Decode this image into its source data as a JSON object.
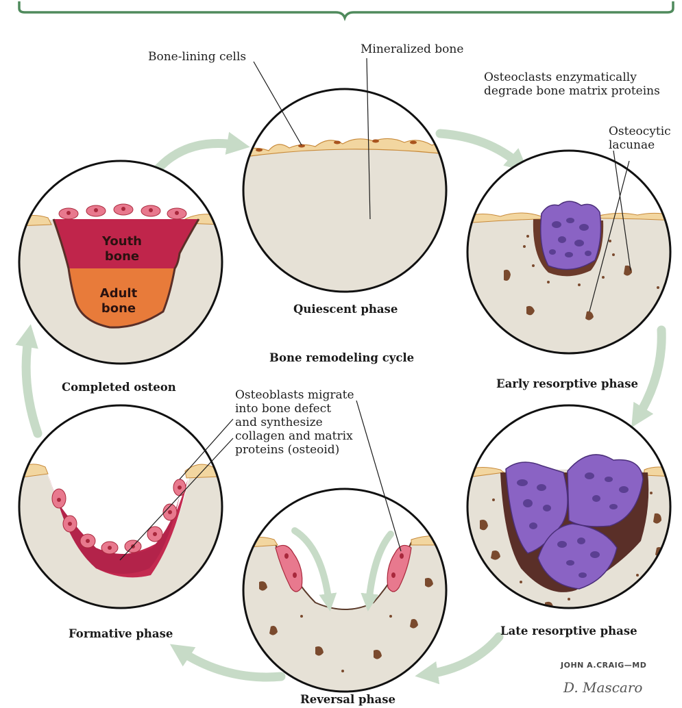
{
  "title": "Bone remodeling cycle",
  "phases": {
    "quiescent": "Quiescent phase",
    "early_resorptive": "Early resorptive phase",
    "late_resorptive": "Late resorptive phase",
    "reversal": "Reversal phase",
    "formative": "Formative phase",
    "completed": "Completed osteon"
  },
  "labels": {
    "bone_lining_cells": "Bone-lining cells",
    "mineralized_bone": "Mineralized bone",
    "osteoclasts_line1": "Osteoclasts enzymatically",
    "osteoclasts_line2": "degrade bone matrix proteins",
    "osteocytic_line1": "Osteocytic",
    "osteocytic_line2": "lacunae",
    "osteoblasts_line1": "Osteoblasts migrate",
    "osteoblasts_line2": "into bone defect",
    "osteoblasts_line3": "and synthesize",
    "osteoblasts_line4": "collagen and matrix",
    "osteoblasts_line5": "proteins (osteoid)",
    "youth_bone": "Youth\nbone",
    "adult_bone": "Adult\nbone"
  },
  "signature": {
    "line1": "JOHN A.CRAIG",
    "line1_suffix": "MD",
    "line2": "D. Mascaro"
  },
  "colors": {
    "bone": "#e6e1d6",
    "bracket": "#4f8a5c",
    "arrow": "#c7dbc7",
    "osteoclast": "#8a63c4",
    "osteoid": "#c32a50",
    "youth_bone": "#c0254b",
    "adult_bone": "#e87b3a",
    "lining_cell": "#f2d6a0"
  }
}
